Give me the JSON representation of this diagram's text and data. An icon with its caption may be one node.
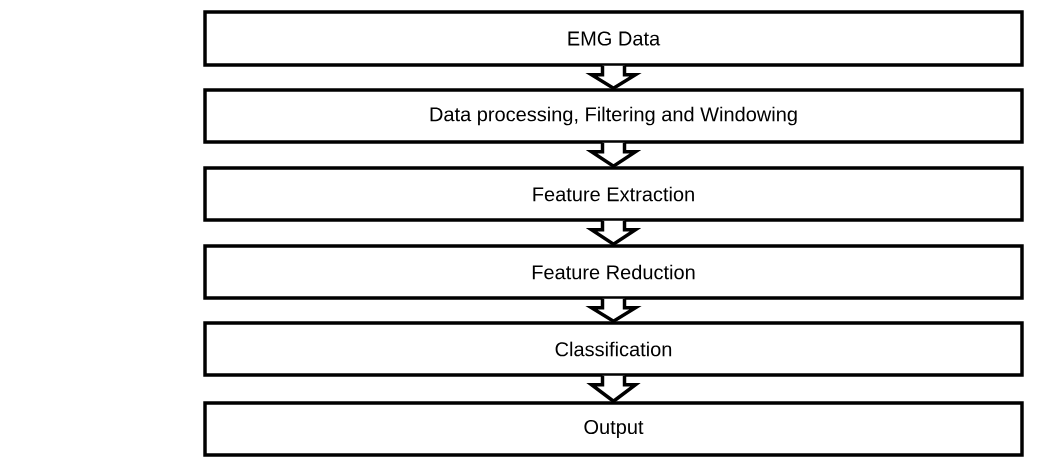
{
  "diagram": {
    "nodes": [
      {
        "text": [
          "EMG Data"
        ]
      },
      {
        "text": [
          "Data processing, Filtering and Windowing"
        ]
      },
      {
        "text": [
          "Feature Extraction"
        ]
      },
      {
        "text": [
          "Feature Reduction"
        ]
      },
      {
        "text": [
          "Classification"
        ]
      },
      {
        "text": [
          "Output"
        ]
      }
    ],
    "edges": [
      {
        "from": 0,
        "to": 1,
        "arrow": "to"
      },
      {
        "from": 1,
        "to": 2,
        "arrow": "to"
      },
      {
        "from": 2,
        "to": 3,
        "arrow": "to"
      },
      {
        "from": 3,
        "to": 4,
        "arrow": "to"
      },
      {
        "from": 4,
        "to": 5,
        "arrow": "to"
      }
    ]
  }
}
